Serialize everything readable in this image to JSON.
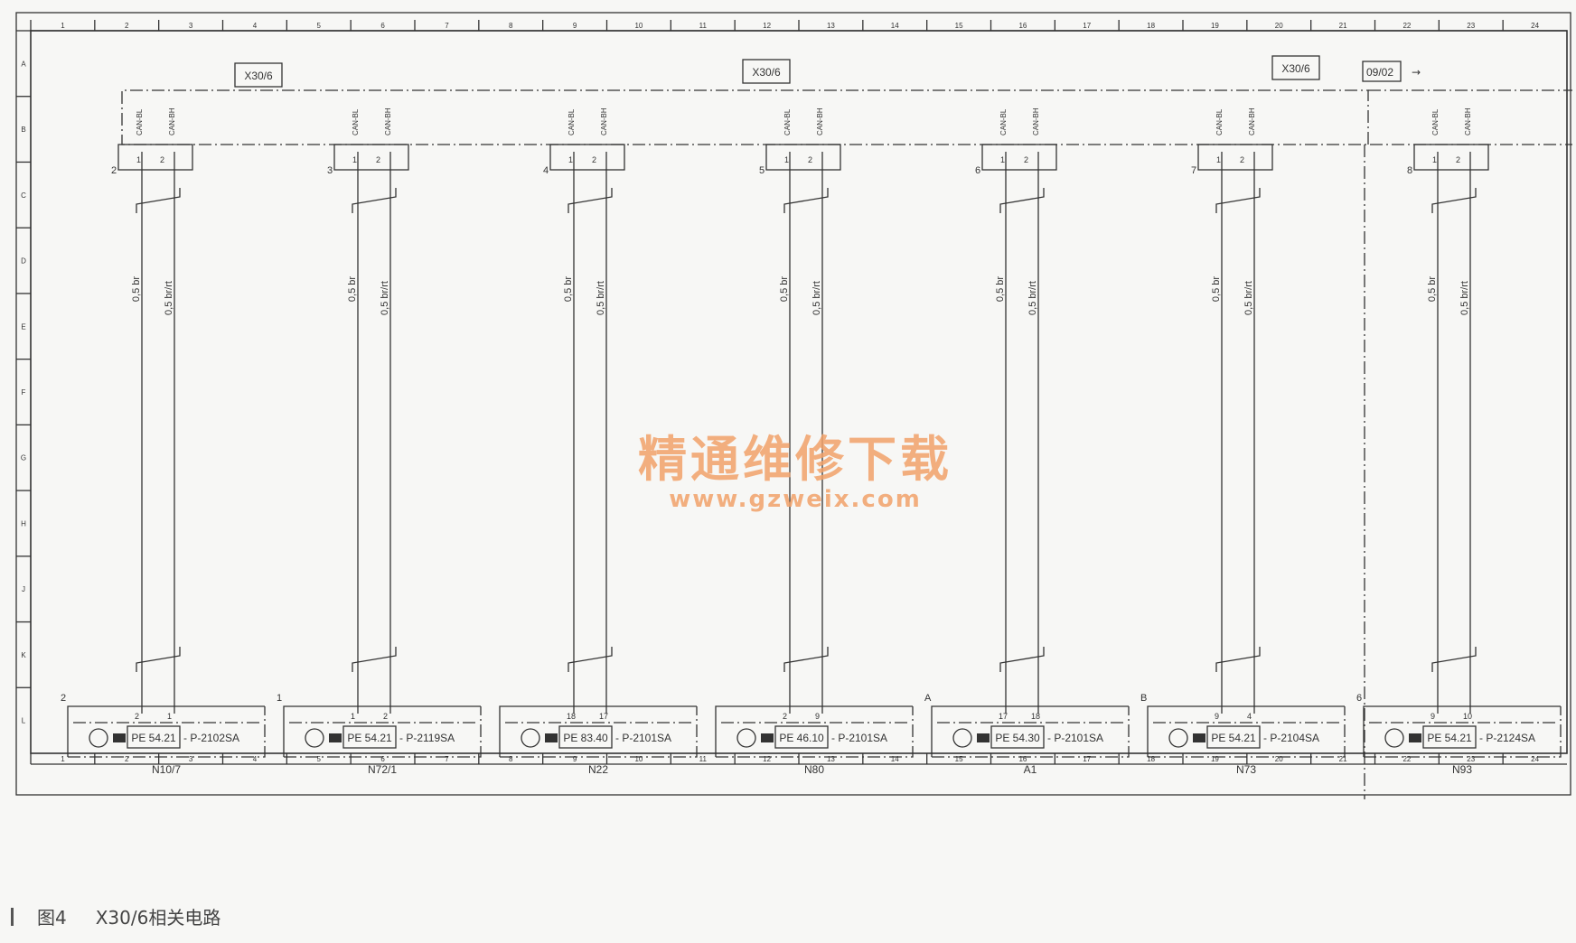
{
  "column_numbers": [
    "1",
    "2",
    "3",
    "4",
    "5",
    "6",
    "7",
    "8",
    "9",
    "10",
    "11",
    "12",
    "13",
    "14",
    "15",
    "16",
    "17",
    "18",
    "19",
    "20",
    "21",
    "22",
    "23",
    "24"
  ],
  "row_letters": [
    "A",
    "B",
    "C",
    "D",
    "E",
    "F",
    "G",
    "H",
    "J",
    "K",
    "L"
  ],
  "connector_labels": [
    "X30/6",
    "X30/6",
    "X30/6"
  ],
  "page_ref": "09/02",
  "plug_pin_labels": [
    "1",
    "2"
  ],
  "harness_code": "CAN-BL",
  "harness_code_2": "CAN-BH",
  "wire_left_label": "0,5 br",
  "wire_right_label": "0,5 br/rt",
  "modules": [
    {
      "id": "N10/7",
      "x30_pin": "2",
      "corner": "2",
      "pins": [
        "2",
        "1"
      ],
      "pe": "PE 54.21",
      "part": "P-2102SA"
    },
    {
      "id": "N72/1",
      "x30_pin": "3",
      "corner": "1",
      "pins": [
        "1",
        "2"
      ],
      "pe": "PE 54.21",
      "part": "P-2119SA"
    },
    {
      "id": "N22",
      "x30_pin": "4",
      "corner": "",
      "pins": [
        "18",
        "17"
      ],
      "pe": "PE 83.40",
      "part": "P-2101SA"
    },
    {
      "id": "N80",
      "x30_pin": "5",
      "corner": "",
      "pins": [
        "2",
        "9"
      ],
      "pe": "PE 46.10",
      "part": "P-2101SA"
    },
    {
      "id": "A1",
      "x30_pin": "6",
      "corner": "A",
      "pins": [
        "17",
        "18"
      ],
      "pe": "PE 54.30",
      "part": "P-2101SA"
    },
    {
      "id": "N73",
      "x30_pin": "7",
      "corner": "B",
      "pins": [
        "9",
        "4"
      ],
      "pe": "PE 54.21",
      "part": "P-2104SA"
    },
    {
      "id": "N93",
      "x30_pin": "8",
      "corner": "6",
      "pins": [
        "9",
        "10"
      ],
      "pe": "PE 54.21",
      "part": "P-2124SA"
    }
  ],
  "watermark": {
    "cn": "精通维修下载",
    "url": "www.gzweix.com"
  },
  "caption": {
    "label": "图4",
    "text": "X30/6相关电路"
  },
  "colors": {
    "line": "#333333",
    "background": "#f7f7f5",
    "watermark": "#f2a26a"
  }
}
